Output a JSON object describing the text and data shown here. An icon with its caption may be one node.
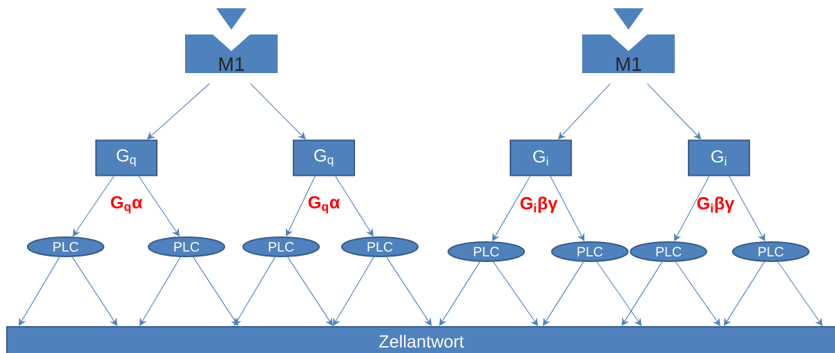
{
  "diagram": {
    "nodes": [
      {
        "text": [],
        "shape": "triangle"
      },
      {
        "text": [],
        "shape": "triangle"
      },
      {
        "text": [
          "M1"
        ]
      },
      {
        "text": [
          "M1"
        ]
      },
      {
        "text": [
          "G$_{q}$"
        ]
      },
      {
        "text": [
          "G$_{q}$"
        ]
      },
      {
        "text": [
          "G$_{i}$"
        ]
      },
      {
        "text": [
          "G$_{i}$"
        ]
      },
      {
        "text": [
          "PLC"
        ]
      },
      {
        "text": [
          "PLC"
        ]
      },
      {
        "text": [
          "PLC"
        ]
      },
      {
        "text": [
          "PLC"
        ]
      },
      {
        "text": [
          "PLC"
        ]
      },
      {
        "text": [
          "PLC"
        ]
      },
      {
        "text": [
          "PLC"
        ]
      },
      {
        "text": [
          "PLC"
        ]
      },
      {
        "text": [
          "Zellantwort"
        ]
      }
    ],
    "edges": [
      {
        "from": 2,
        "to": 4,
        "arrow": "to"
      },
      {
        "from": 2,
        "to": 5,
        "arrow": "to"
      },
      {
        "from": 3,
        "to": 6,
        "arrow": "to"
      },
      {
        "from": 3,
        "to": 7,
        "arrow": "to"
      },
      {
        "from": 4,
        "to": 8,
        "arrow": "to"
      },
      {
        "from": 4,
        "to": 9,
        "arrow": "to"
      },
      {
        "from": 5,
        "to": 10,
        "arrow": "to"
      },
      {
        "from": 5,
        "to": 11,
        "arrow": "to"
      },
      {
        "from": 6,
        "to": 12,
        "arrow": "to"
      },
      {
        "from": 6,
        "to": 13,
        "arrow": "to"
      },
      {
        "from": 7,
        "to": 14,
        "arrow": "to"
      },
      {
        "from": 7,
        "to": 15,
        "arrow": "to"
      },
      {
        "from": 8,
        "to": 16,
        "arrow": "to"
      },
      {
        "from": 8,
        "to": 16,
        "arrow": "to"
      },
      {
        "from": 9,
        "to": 16,
        "arrow": "to"
      },
      {
        "from": 9,
        "to": 16,
        "arrow": "to"
      },
      {
        "from": 10,
        "to": 16,
        "arrow": "to"
      },
      {
        "from": 10,
        "to": 16,
        "arrow": "to"
      },
      {
        "from": 11,
        "to": 16,
        "arrow": "to"
      },
      {
        "from": 11,
        "to": 16,
        "arrow": "to"
      },
      {
        "from": 12,
        "to": 16,
        "arrow": "to"
      },
      {
        "from": 12,
        "to": 16,
        "arrow": "to"
      },
      {
        "from": 13,
        "to": 16,
        "arrow": "to"
      },
      {
        "from": 13,
        "to": 16,
        "arrow": "to"
      },
      {
        "from": 14,
        "to": 16,
        "arrow": "to"
      },
      {
        "from": 14,
        "to": 16,
        "arrow": "to"
      },
      {
        "from": 15,
        "to": 16,
        "arrow": "to"
      },
      {
        "from": 15,
        "to": 16,
        "arrow": "to"
      }
    ],
    "labels": [
      "G$_{q}$α",
      "G$_{q}$α",
      "G$_{i}$βγ",
      "G$_{i}$βγ"
    ]
  }
}
